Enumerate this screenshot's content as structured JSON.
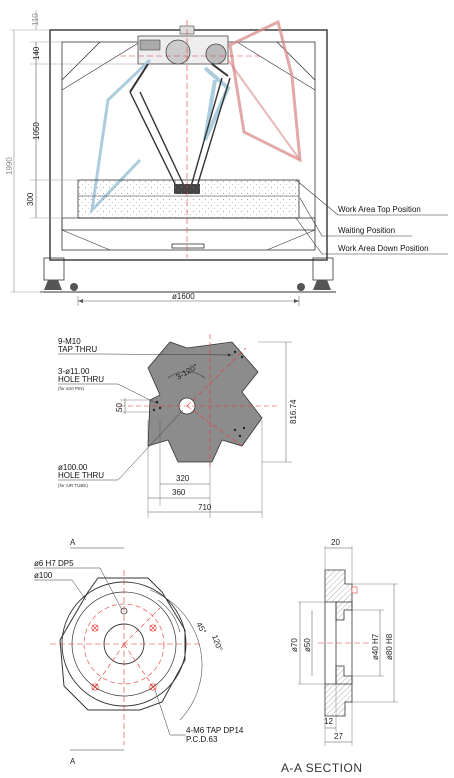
{
  "top_view": {
    "dims": {
      "d110": "110",
      "d140": "140",
      "d1050": "1050",
      "d1990": "1990",
      "d300": "300",
      "d1600": "ø1600"
    },
    "labels": {
      "top": "Work Area Top Position",
      "waiting": "Waiting Position",
      "down": "Work Area Down Position"
    }
  },
  "plate": {
    "tap": [
      "9-M10",
      "TAP THRU"
    ],
    "hole": [
      "3-ø11.00",
      "HOLE THRU",
      "(for ø10 PIN)"
    ],
    "center": [
      "ø100.00",
      "HOLE THRU",
      "(for AIR TUBE)"
    ],
    "angle": "3-120°",
    "d50": "50",
    "d816": "816.74",
    "d320": "320",
    "d360": "360",
    "d710": "710"
  },
  "flange": {
    "letter_a": "A",
    "pin": "ø6 H7 DP5",
    "dia": "ø100",
    "a45": "45°",
    "a120": "120°",
    "tap": [
      "4-M6 TAP DP14",
      "P.C.D.63"
    ]
  },
  "section": {
    "d20": "20",
    "d70": "ø70",
    "d50": "ø50",
    "d40": "ø40 H7",
    "d80": "ø80 H8",
    "d12": "12",
    "d27": "27",
    "title": "A-A SECTION"
  },
  "colors": {
    "red": "#e53935",
    "frame": "#333333",
    "arm_red": "#d98b8b",
    "arm_blue": "#9ec4d8"
  }
}
